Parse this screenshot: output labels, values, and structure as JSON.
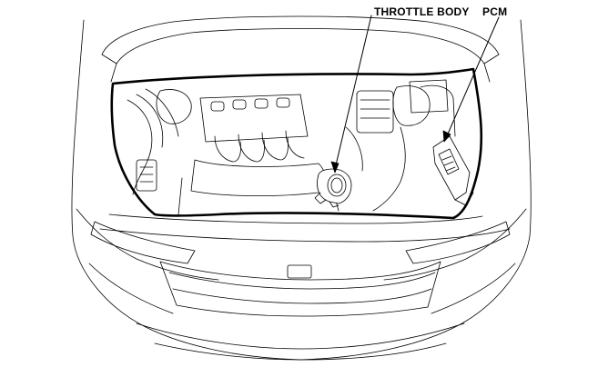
{
  "diagram": {
    "callouts": [
      {
        "id": "throttle",
        "label": "THROTTLE BODY"
      },
      {
        "id": "pcm",
        "label": "PCM"
      }
    ],
    "colors": {
      "line": "#000000",
      "fill": "#ffffff",
      "detail": "#555555"
    }
  }
}
